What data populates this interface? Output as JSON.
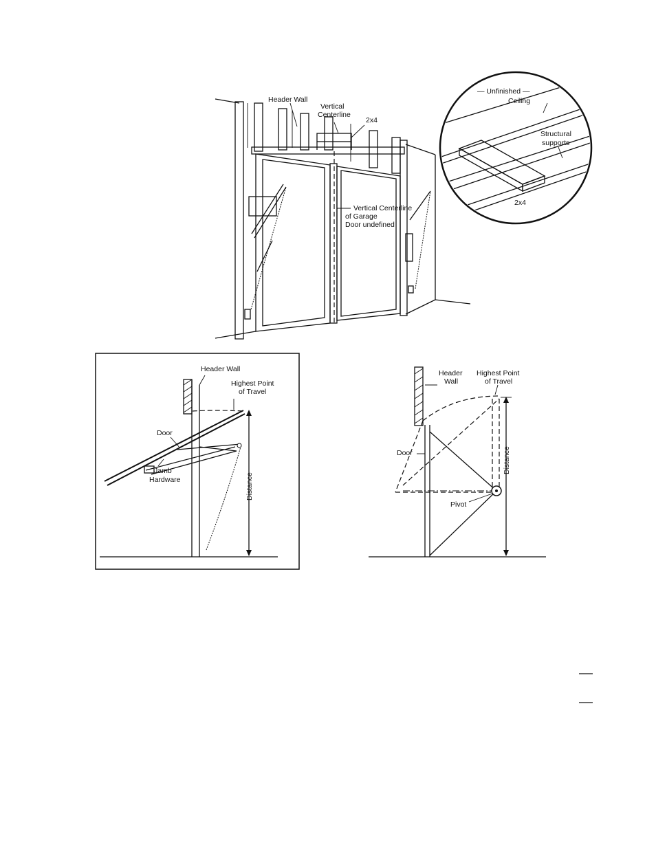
{
  "main_figure": {
    "header_wall": "Header Wall",
    "vertical_centerline": "Vertical Centerline",
    "two_by_four": "2x4",
    "vertical_centerline_door": "Vertical Centerline of Garage Door"
  },
  "inset": {
    "unfinished_ceiling": "— Unfinished — Ceiling",
    "structural_supports": "Structural supports",
    "two_by_four": "2x4"
  },
  "left_diagram": {
    "header_wall": "Header Wall",
    "highest_point": "Highest Point of Travel",
    "door": "Door",
    "jamb_hardware": "Jamb Hardware",
    "distance": "Distance"
  },
  "right_diagram": {
    "header_wall": "Header Wall",
    "highest_point": "Highest Point of Travel",
    "door": "Door",
    "pivot": "Pivot",
    "distance": "Distance"
  }
}
